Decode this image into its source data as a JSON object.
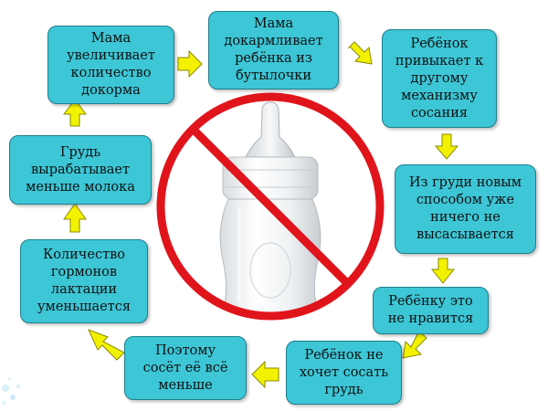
{
  "diagram": {
    "steps": [
      {
        "text": "Мама\nувеличивает\nколичество\nдокорма"
      },
      {
        "text": "Мама\nдокармливает\nребёнка из\nбутылочки"
      },
      {
        "text": "Ребёнок\nпривыкает к\nдругому\nмеханизму\nсосания"
      },
      {
        "text": "Из груди новым\nспособом уже\nничего не\nвысасывается"
      },
      {
        "text": "Ребёнку это\nне нравится"
      },
      {
        "text": "Ребёнок не\nхочет сосать\nгрудь"
      },
      {
        "text": "Поэтому\nсосёт её всё\nменьше"
      },
      {
        "text": "Количество\nгормонов\nлактации\nуменьшается"
      },
      {
        "text": "Грудь\nвырабатывает\nменьше молока"
      }
    ],
    "colors": {
      "box_fill": "#3cc6d6",
      "box_border": "#1f7f8c",
      "arrow_fill": "#f2f200",
      "prohibition_red": "#e0151b"
    },
    "center_icon": "prohibited-baby-bottle-icon"
  }
}
